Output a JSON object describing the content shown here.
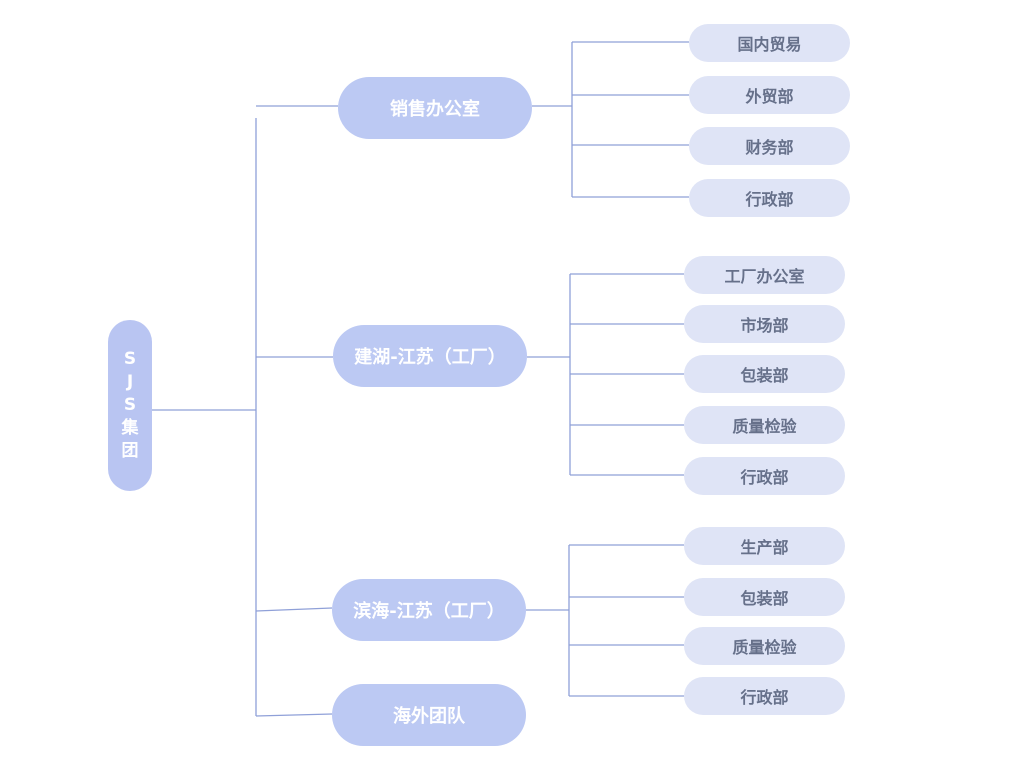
{
  "root": {
    "chars": [
      "S",
      "J",
      "S",
      "集",
      "团"
    ]
  },
  "branches": [
    {
      "label": "销售办公室",
      "children": [
        "国内贸易",
        "外贸部",
        "财务部",
        "行政部"
      ]
    },
    {
      "label": "建湖-江苏（工厂）",
      "children": [
        "工厂办公室",
        "市场部",
        "包装部",
        "质量检验",
        "行政部"
      ]
    },
    {
      "label": "滨海-江苏（工厂）",
      "children": [
        "生产部",
        "包装部",
        "质量检验",
        "行政部"
      ]
    },
    {
      "label": "海外团队",
      "children": []
    }
  ],
  "colors": {
    "root_fill": "#b9c5f2",
    "branch_fill": "#bcc9f3",
    "leaf_fill": "#dfe4f6",
    "leaf_text": "#66708a",
    "connector": "#8fa0d8"
  }
}
